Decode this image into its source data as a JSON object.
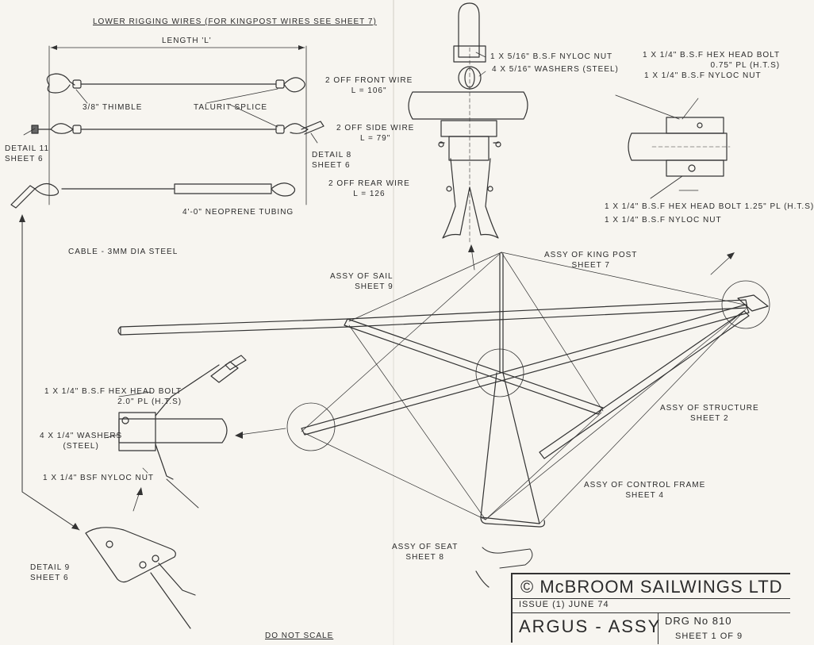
{
  "rigging": {
    "title": "LOWER RIGGING WIRES (FOR KINGPOST WIRES SEE SHEET 7)",
    "length_label": "LENGTH 'L'",
    "thimble": "3/8\" THIMBLE",
    "talurit": "TALURIT SPLICE",
    "detail11": [
      "DETAIL 11",
      "SHEET 6"
    ],
    "detail8": [
      "DETAIL 8",
      "SHEET 6"
    ],
    "front": [
      "2 OFF FRONT WIRE",
      "L = 106\""
    ],
    "side": [
      "2 OFF SIDE WIRE",
      "L = 79\""
    ],
    "rear": [
      "2 OFF REAR WIRE",
      "L = 126"
    ],
    "neoprene": "4'-0\" NEOPRENE TUBING",
    "cable": "CABLE - 3mm DIA STEEL"
  },
  "top_detail": {
    "nut": "1 X 5/16\" B.S.F NYLOC NUT",
    "washers": "4 X 5/16\" WASHERS (STEEL)"
  },
  "right_detail": {
    "bolt_top": [
      "1 X 1/4\" B.S.F HEX HEAD BOLT",
      "0.75\" PL (H.T.S)"
    ],
    "nut_top": "1 X 1/4\" B.S.F NYLOC NUT",
    "bolt_bottom": "1 X 1/4\" B.S.F HEX HEAD BOLT 1.25\" PL (H.T.S)",
    "nut_bottom": "1 X 1/4\" B.S.F NYLOC NUT"
  },
  "assemblies": {
    "king_post": [
      "ASSY OF KING POST",
      "SHEET 7"
    ],
    "sail": [
      "ASSY OF SAIL",
      "SHEET 9"
    ],
    "structure": [
      "ASSY OF STRUCTURE",
      "SHEET 2"
    ],
    "control_frame": [
      "ASSY OF CONTROL FRAME",
      "SHEET 4"
    ],
    "seat": [
      "ASSY OF SEAT",
      "SHEET 8"
    ]
  },
  "left_detail": {
    "bolt": [
      "1 X 1/4\" B.S.F HEX HEAD BOLT",
      "2.0\" PL (H.T.S)"
    ],
    "washers": [
      "4 X 1/4\" WASHERS",
      "(STEEL)"
    ],
    "nut": "1 X 1/4\" BSF NYLOC NUT",
    "detail9": [
      "DETAIL 9",
      "SHEET 6"
    ]
  },
  "do_not_scale": "DO NOT SCALE",
  "title_block": {
    "company": "© McBROOM SAILWINGS LTD",
    "issue": "ISSUE (1) JUNE 74",
    "drawing_name": "ARGUS - ASSY",
    "drg_no": "DRG No 810",
    "sheet": "SHEET 1 OF 9"
  },
  "colors": {
    "paper": "#f7f5f0",
    "ink": "#2b2b2b"
  }
}
